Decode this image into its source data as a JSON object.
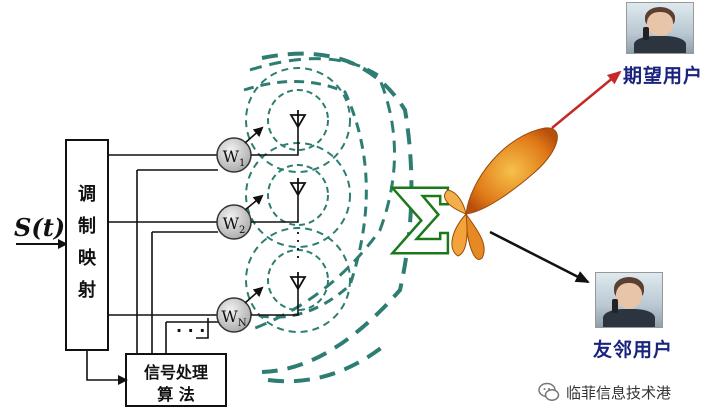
{
  "diagram": {
    "input_signal": "S(t)",
    "modulator": [
      "调",
      "制",
      "映",
      "射"
    ],
    "processor": [
      "信号处理",
      "算 法"
    ],
    "weights": [
      {
        "base": "W",
        "sub": "1"
      },
      {
        "base": "W",
        "sub": "2"
      },
      {
        "base": "W",
        "sub": "N"
      }
    ],
    "ellipsis": "· · ·",
    "sum_symbol": "Σ"
  },
  "users": {
    "desired": "期望用户",
    "neighbor": "友邻用户"
  },
  "watermark": {
    "text": "临菲信息技术港",
    "icon": "wechat-icon"
  },
  "colors": {
    "sum": "#1a7a1a",
    "wave": "#2e7d72",
    "arrow_desired": "#c62828",
    "arrow_neighbor": "#111111",
    "label": "#1a237e",
    "lobe": "#e08a1e"
  }
}
